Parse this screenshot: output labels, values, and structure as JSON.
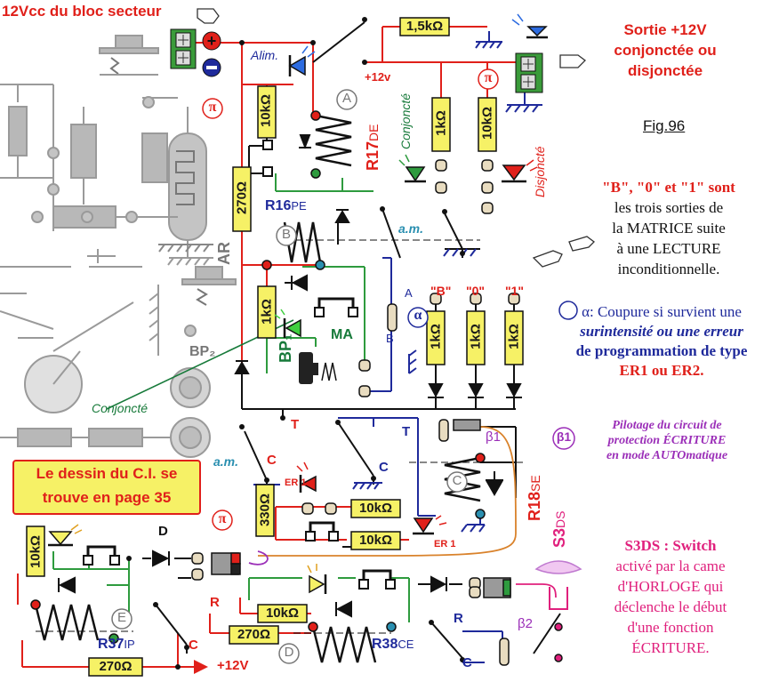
{
  "header": {
    "supply_label": "12Vcc du bloc secteur",
    "output_title_lines": [
      "Sortie +12V",
      "conjonctée ou",
      "disjonctée"
    ],
    "fig_label": "Fig.96"
  },
  "labels": {
    "alim": "Alim.",
    "conjoncte_vertical": "Conjoncté",
    "disjoncte_vertical": "Disjoncté",
    "conjoncte_bottom": "Conjoncté",
    "plus12v_top": "+12v",
    "plus12v_bottom": "+12V",
    "am1": "a.m.",
    "am2": "a.m.",
    "ar": "AR",
    "bp2": "BP₂",
    "bp1": "BP₁",
    "ma": "MA",
    "A_small": "A",
    "B_small": "B",
    "alpha": "α",
    "T1": "T",
    "T2": "T",
    "C1": "C",
    "C2": "C",
    "C3": "C",
    "C4": "C",
    "R1": "R",
    "R2": "R",
    "D_label": "D",
    "er1_a": "ER 1",
    "er1_b": "ER 1",
    "beta1": "β1",
    "beta2": "β2",
    "pi1": "π",
    "pi2": "π",
    "pi3": "π",
    "matrix_B": "\"B\"",
    "matrix_0": "\"0\"",
    "matrix_1": "\"1\""
  },
  "resistors": {
    "r_1_5k": "1,5kΩ",
    "r_10k_left": "10kΩ",
    "r_1k_mid": "1kΩ",
    "r_10k_mid": "10kΩ",
    "r_270_left": "270Ω",
    "r_1k_ma": "1kΩ",
    "r_1k_b": "1kΩ",
    "r_1k_0": "1kΩ",
    "r_1k_1": "1kΩ",
    "r_330": "330Ω",
    "r_10k_er1": "10kΩ",
    "r_10k_er1b": "10kΩ",
    "r_10k_e": "10kΩ",
    "r_10k_d": "10kΩ",
    "r_270_r": "270Ω",
    "r_270_bottom": "270Ω"
  },
  "relays": {
    "A_letter": "A",
    "A_name": "R17",
    "A_suffix": "DE",
    "B_letter": "B",
    "B_name": "R16",
    "B_suffix": "PE",
    "C_letter": "C",
    "C_name": "R18",
    "C_suffix": "SE",
    "D_letter": "D",
    "D_name": "R38",
    "D_suffix": "CE",
    "E_letter": "E",
    "E_name": "R37",
    "E_suffix": "IP",
    "S3_name": "S3",
    "S3_suffix": "DS"
  },
  "notes": {
    "matrix_lines": [
      "\"B\", \"0\" et \"1\" sont",
      "les trois sorties de",
      "la MATRICE suite",
      "à une LECTURE",
      "inconditionnelle."
    ],
    "alpha_lines": [
      "α: Coupure si survient une",
      "surintensité ou une erreur",
      "de programmation de type",
      "ER1 ou ER2."
    ],
    "beta1_lines": [
      "Pilotage du circuit de",
      "protection ÉCRITURE",
      "en mode AUTOmatique"
    ],
    "beta1_symbol": "β1",
    "note_box_lines": [
      "Le dessin du C.I. se",
      "trouve en page 35"
    ],
    "s3_lines": [
      "S3DS : Switch",
      "activé par la came",
      "d'HORLOGE qui",
      "déclenche le début",
      "d'une fonction",
      "ÉCRITURE."
    ]
  },
  "colors": {
    "wire_red": "#e0201a",
    "wire_green": "#2e9b3e",
    "wire_blue": "#1f2a9b",
    "wire_black": "#111111",
    "resistor_fill": "#f6f166",
    "terminal_green": "#3a9b3a",
    "grey_drawing": "#9a9a9a",
    "orange_wire": "#d9822b",
    "purple_wire": "#9b2fb8"
  }
}
